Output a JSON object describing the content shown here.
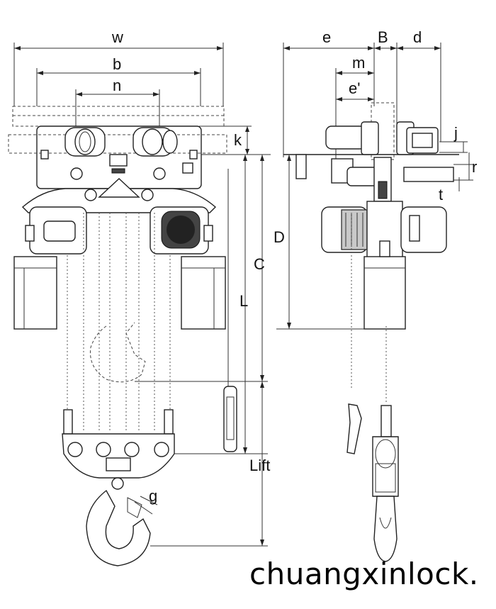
{
  "diagram": {
    "front_view": {
      "dimension_labels": {
        "w": "w",
        "b": "b",
        "n": "n",
        "k": "k",
        "C": "C",
        "L": "L",
        "lift": "Lift",
        "g": "g"
      }
    },
    "side_view": {
      "dimension_labels": {
        "e": "e",
        "B": "B",
        "d": "d",
        "m": "m",
        "e_prime": "e'",
        "j": "j",
        "r": "r",
        "t": "t",
        "D": "D"
      }
    }
  },
  "watermark": "chuangxinlock."
}
